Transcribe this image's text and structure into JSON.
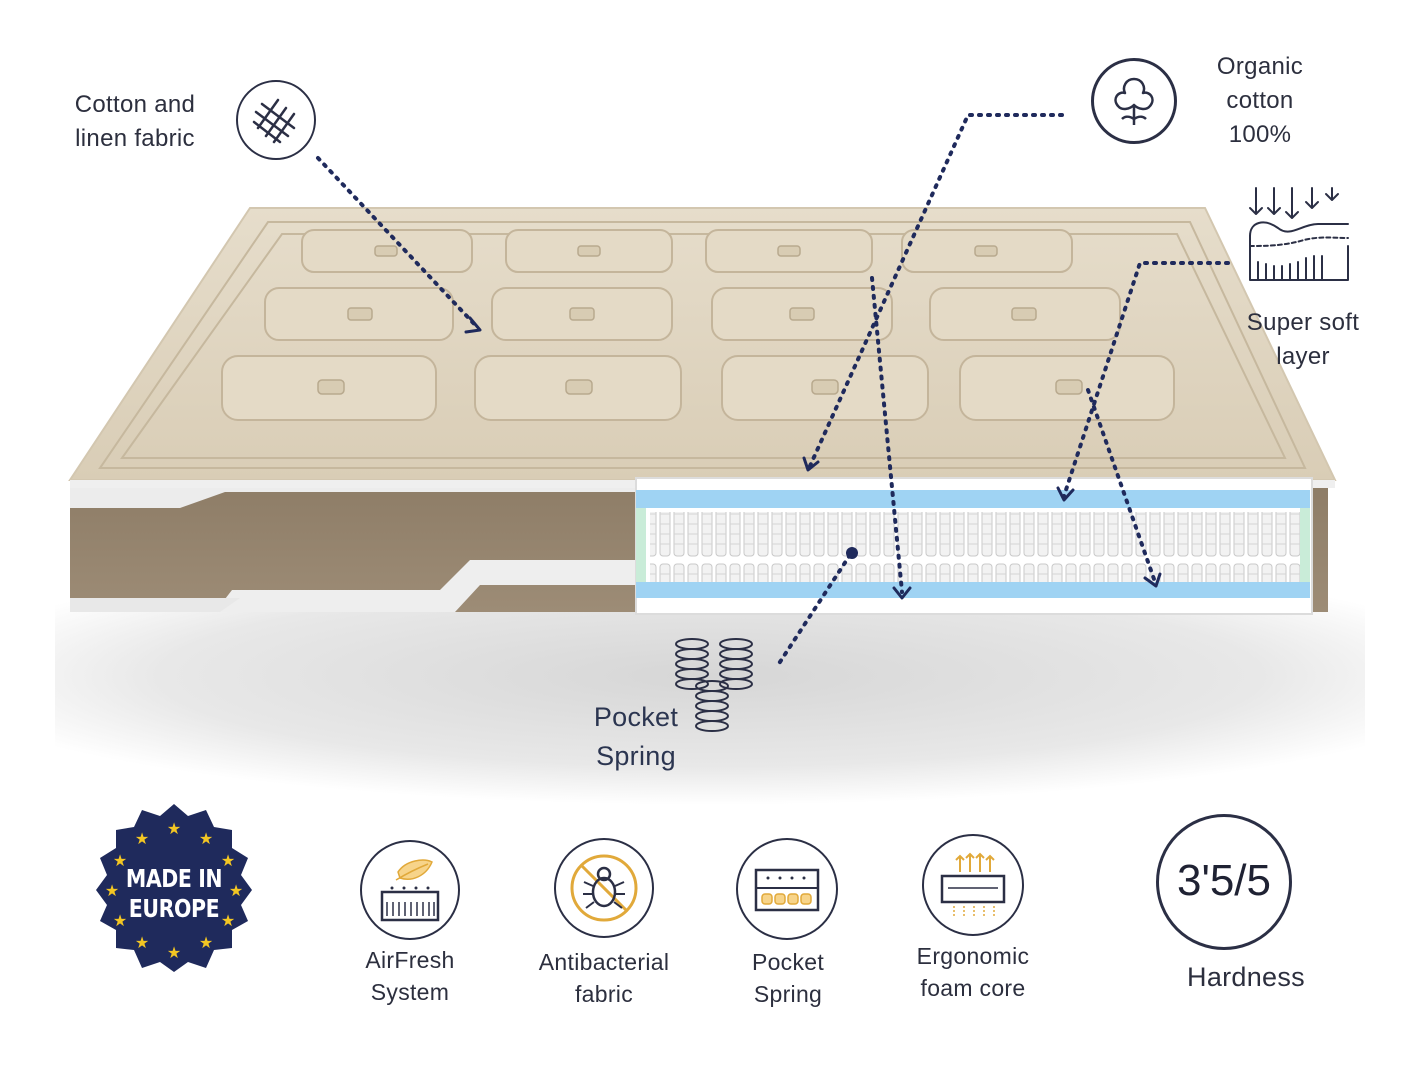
{
  "callouts": {
    "fabric": {
      "line1": "Cotton and",
      "line2": "linen fabric",
      "icon": "fabric-weave-icon"
    },
    "cotton": {
      "line1": "Organic",
      "line2": "cotton",
      "line3": "100%",
      "icon": "cotton-flower-icon"
    },
    "soft_layer": {
      "line1": "Super soft",
      "line2": "layer",
      "icon": "soft-layer-icon"
    },
    "pocket_spring": {
      "line1": "Pocket",
      "line2": "Spring",
      "icon": "spring-coils-icon"
    }
  },
  "badge": {
    "line1": "MADE IN",
    "line2": "EUROPE",
    "color": "#1f2a5c",
    "star_color": "#f3c623"
  },
  "features": [
    {
      "line1": "AirFresh",
      "line2": "System",
      "icon": "airfresh-leaf-icon"
    },
    {
      "line1": "Antibacterial",
      "line2": "fabric",
      "icon": "antibacterial-bug-icon"
    },
    {
      "line1": "Pocket",
      "line2": "Spring",
      "icon": "pocket-spring-icon"
    },
    {
      "line1": "Ergonomic",
      "line2": "foam core",
      "icon": "foam-core-icon"
    }
  ],
  "hardness": {
    "value": "3'5/5",
    "label": "Hardness"
  },
  "colors": {
    "navy": "#1f2a5c",
    "layer_blue": "#9fd3f3",
    "fabric_beige": "#e9e1d1",
    "side_brown": "#8c7b67"
  }
}
